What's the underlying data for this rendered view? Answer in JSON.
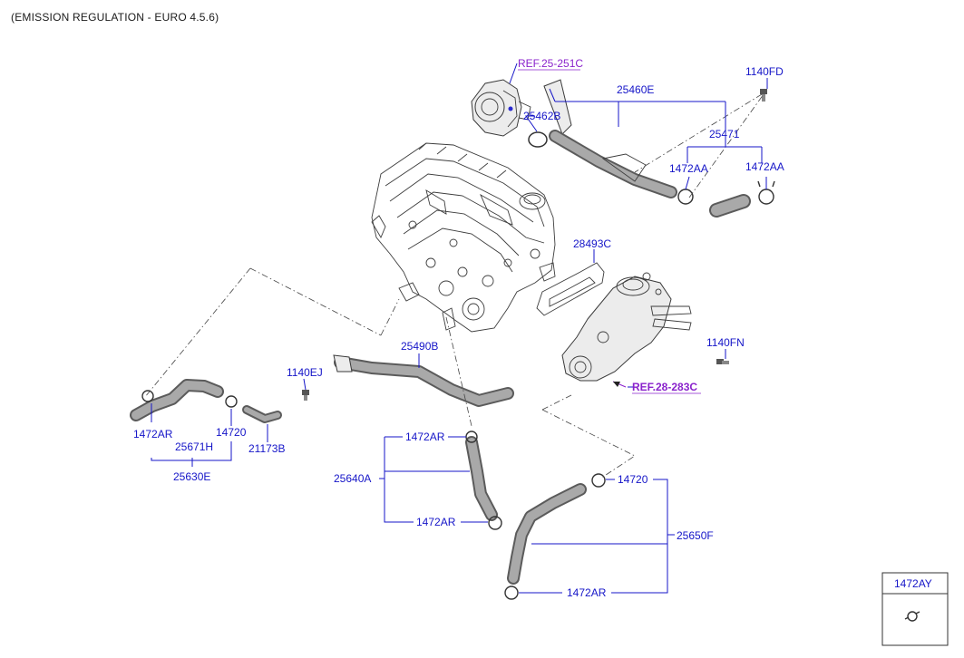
{
  "caption": "(EMISSION REGULATION  -  EURO 4.5.6)",
  "refs": {
    "ref_25_251c": "REF.25-251C",
    "ref_28_283c": "REF.28-283C"
  },
  "parts": {
    "p1140fd": "1140FD",
    "p25460e": "25460E",
    "p25462b": "25462B",
    "p25471": "25471",
    "p1472aa_1": "1472AA",
    "p1472aa_2": "1472AA",
    "p28493c": "28493C",
    "p1140fn": "1140FN",
    "p25490b": "25490B",
    "p1140ej": "1140EJ",
    "p1472ar_left": "1472AR",
    "p14720_left": "14720",
    "p25671h": "25671H",
    "p21173b": "21173B",
    "p25630e": "25630E",
    "p1472ar_mid_top": "1472AR",
    "p25640a": "25640A",
    "p1472ar_mid_bottom": "1472AR",
    "p14720_right": "14720",
    "p25650f": "25650F",
    "p1472ar_bottom": "1472AR"
  },
  "legend_box": {
    "part": "1472AY"
  },
  "colors": {
    "label": "#1515c8",
    "ref": "#8a22cc",
    "line": "#444444"
  }
}
